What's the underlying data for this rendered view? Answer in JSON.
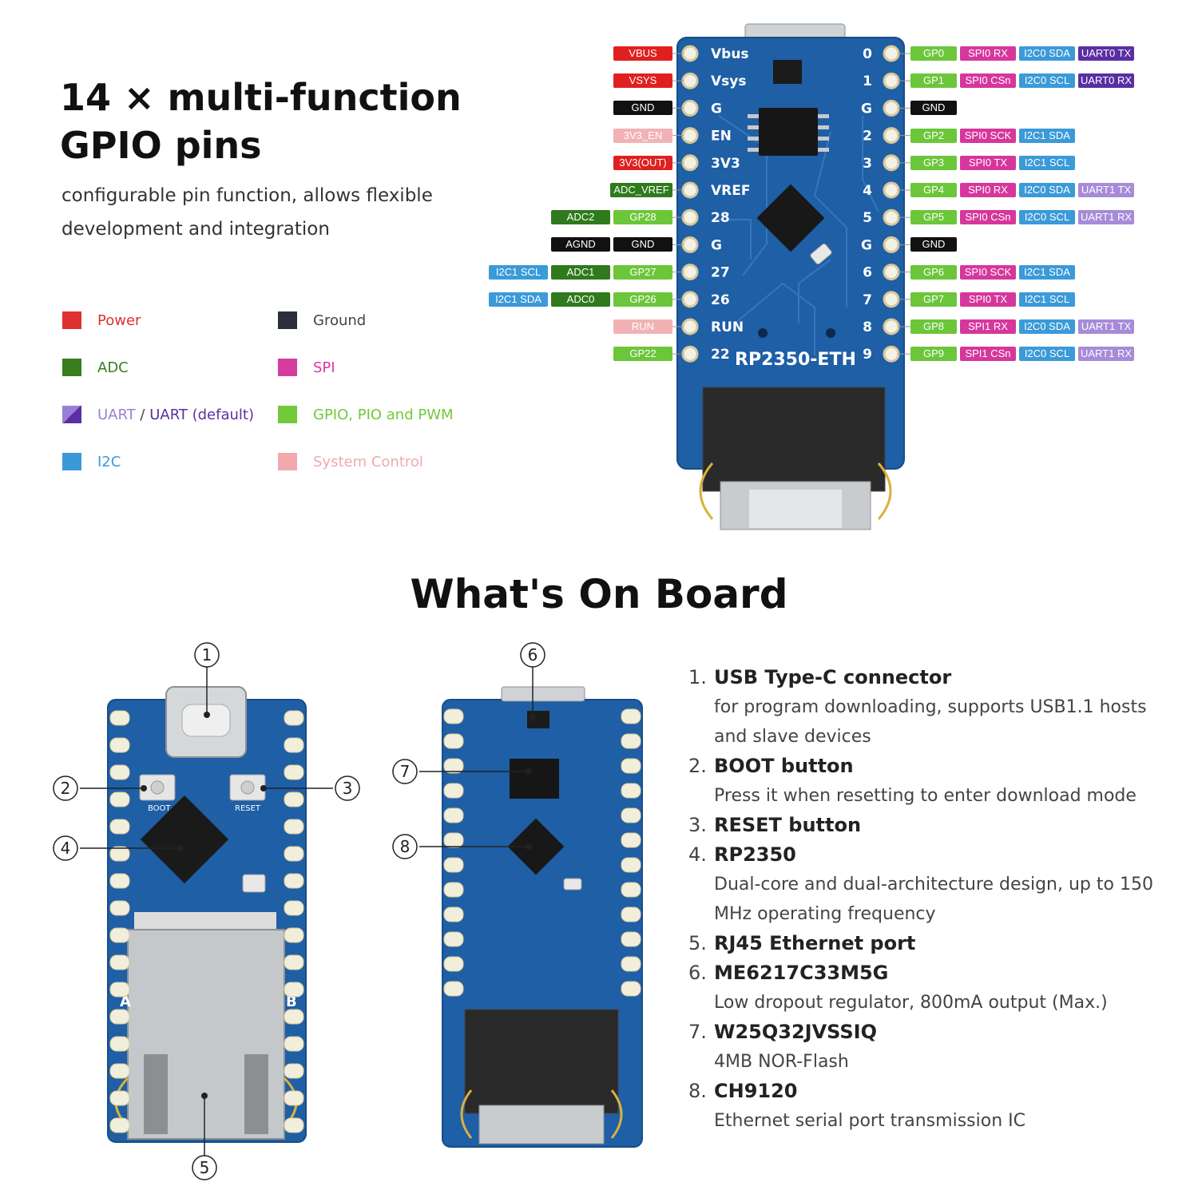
{
  "header": {
    "title_line1": "14 × multi-function",
    "title_line2": "GPIO pins",
    "subtitle_line1": "configurable pin function, allows flexible",
    "subtitle_line2": "development and integration"
  },
  "legend": [
    {
      "label": "Power",
      "color": "#e03030"
    },
    {
      "label": "Ground",
      "color": "#2b2f3a"
    },
    {
      "label": "ADC",
      "color": "#3a7d1e"
    },
    {
      "label": "SPI",
      "color": "#d63ba0"
    },
    {
      "label": "UART",
      "label_sep": " / ",
      "label2": "UART (default)",
      "color": "#9b7fd6",
      "color2": "#5b2fa3"
    },
    {
      "label": "GPIO, PIO and PWM",
      "color": "#72c93a"
    },
    {
      "label": "I2C",
      "color": "#3a9ad9"
    },
    {
      "label": "System Control",
      "color": "#f2a9ae"
    }
  ],
  "board_silk": {
    "left_pins": [
      "Vbus",
      "Vsys",
      "G",
      "EN",
      "3V3",
      "VREF",
      "28",
      "G",
      "27",
      "26",
      "RUN",
      "22"
    ],
    "right_pins": [
      "0",
      "1",
      "G",
      "2",
      "3",
      "4",
      "5",
      "G",
      "6",
      "7",
      "8",
      "9"
    ],
    "name": "RP2350-ETH"
  },
  "left_labels": [
    [
      {
        "t": "VBUS",
        "c": "power"
      }
    ],
    [
      {
        "t": "VSYS",
        "c": "power"
      }
    ],
    [
      {
        "t": "GND",
        "c": "ground"
      }
    ],
    [
      {
        "t": "3V3_EN",
        "c": "sys"
      }
    ],
    [
      {
        "t": "3V3(OUT)",
        "c": "power"
      }
    ],
    [
      {
        "t": "ADC_VREF",
        "c": "adc"
      }
    ],
    [
      {
        "t": "ADC2",
        "c": "adc"
      },
      {
        "t": "GP28",
        "c": "gpio"
      }
    ],
    [
      {
        "t": "AGND",
        "c": "ground"
      },
      {
        "t": "GND",
        "c": "ground"
      }
    ],
    [
      {
        "t": "I2C1 SCL",
        "c": "i2c"
      },
      {
        "t": "ADC1",
        "c": "adc"
      },
      {
        "t": "GP27",
        "c": "gpio"
      }
    ],
    [
      {
        "t": "I2C1 SDA",
        "c": "i2c"
      },
      {
        "t": "ADC0",
        "c": "adc"
      },
      {
        "t": "GP26",
        "c": "gpio"
      }
    ],
    [
      {
        "t": "RUN",
        "c": "sys"
      }
    ],
    [
      {
        "t": "GP22",
        "c": "gpio"
      }
    ]
  ],
  "right_labels": [
    [
      {
        "t": "GP0",
        "c": "gpio"
      },
      {
        "t": "SPI0 RX",
        "c": "spi"
      },
      {
        "t": "I2C0 SDA",
        "c": "i2c"
      },
      {
        "t": "UART0 TX",
        "c": "uartd"
      }
    ],
    [
      {
        "t": "GP1",
        "c": "gpio"
      },
      {
        "t": "SPI0 CSn",
        "c": "spi"
      },
      {
        "t": "I2C0 SCL",
        "c": "i2c"
      },
      {
        "t": "UART0 RX",
        "c": "uartd"
      }
    ],
    [
      {
        "t": "GND",
        "c": "ground"
      }
    ],
    [
      {
        "t": "GP2",
        "c": "gpio"
      },
      {
        "t": "SPI0 SCK",
        "c": "spi"
      },
      {
        "t": "I2C1 SDA",
        "c": "i2c"
      }
    ],
    [
      {
        "t": "GP3",
        "c": "gpio"
      },
      {
        "t": "SPI0 TX",
        "c": "spi"
      },
      {
        "t": "I2C1 SCL",
        "c": "i2c"
      }
    ],
    [
      {
        "t": "GP4",
        "c": "gpio"
      },
      {
        "t": "SPI0 RX",
        "c": "spi"
      },
      {
        "t": "I2C0 SDA",
        "c": "i2c"
      },
      {
        "t": "UART1 TX",
        "c": "uart"
      }
    ],
    [
      {
        "t": "GP5",
        "c": "gpio"
      },
      {
        "t": "SPI0 CSn",
        "c": "spi"
      },
      {
        "t": "I2C0 SCL",
        "c": "i2c"
      },
      {
        "t": "UART1 RX",
        "c": "uart"
      }
    ],
    [
      {
        "t": "GND",
        "c": "ground"
      }
    ],
    [
      {
        "t": "GP6",
        "c": "gpio"
      },
      {
        "t": "SPI0 SCK",
        "c": "spi"
      },
      {
        "t": "I2C1 SDA",
        "c": "i2c"
      }
    ],
    [
      {
        "t": "GP7",
        "c": "gpio"
      },
      {
        "t": "SPI0 TX",
        "c": "spi"
      },
      {
        "t": "I2C1 SCL",
        "c": "i2c"
      }
    ],
    [
      {
        "t": "GP8",
        "c": "gpio"
      },
      {
        "t": "SPI1 RX",
        "c": "spi"
      },
      {
        "t": "I2C0 SDA",
        "c": "i2c"
      },
      {
        "t": "UART1 TX",
        "c": "uart"
      }
    ],
    [
      {
        "t": "GP9",
        "c": "gpio"
      },
      {
        "t": "SPI1 CSn",
        "c": "spi"
      },
      {
        "t": "I2C0 SCL",
        "c": "i2c"
      },
      {
        "t": "UART1 RX",
        "c": "uart"
      }
    ]
  ],
  "label_colors": {
    "power": "#e02020",
    "ground": "#111111",
    "sys": "#f2b2b5",
    "adc": "#2e7a1c",
    "gpio": "#6cc63a",
    "spi": "#d6379c",
    "i2c": "#3b9ad8",
    "uart": "#a78bd8",
    "uartd": "#5a2ea3"
  },
  "section_title": "What's On Board",
  "callouts": [
    "1",
    "2",
    "3",
    "4",
    "5",
    "6",
    "7",
    "8"
  ],
  "back_silk": {
    "a": "A",
    "b": "B",
    "boot": "BOOT",
    "reset": "RESET"
  },
  "features": [
    {
      "num": "1.",
      "title": "USB Type-C connector",
      "desc": [
        "for program downloading, supports USB1.1 hosts",
        "and slave devices"
      ]
    },
    {
      "num": "2.",
      "title": "BOOT button",
      "desc": [
        "Press it when resetting to enter download mode"
      ]
    },
    {
      "num": "3.",
      "title": "RESET button",
      "desc": []
    },
    {
      "num": "4.",
      "title": "RP2350",
      "desc": [
        "Dual-core and dual-architecture design, up to 150",
        "MHz operating frequency"
      ]
    },
    {
      "num": "5.",
      "title": "RJ45 Ethernet port",
      "desc": []
    },
    {
      "num": "6.",
      "title": "ME6217C33M5G",
      "desc": [
        "Low dropout regulator, 800mA output (Max.)"
      ]
    },
    {
      "num": "7.",
      "title": "W25Q32JVSSIQ",
      "desc": [
        "4MB NOR-Flash"
      ]
    },
    {
      "num": "8.",
      "title": "CH9120",
      "desc": [
        "Ethernet serial port transmission IC"
      ]
    }
  ]
}
